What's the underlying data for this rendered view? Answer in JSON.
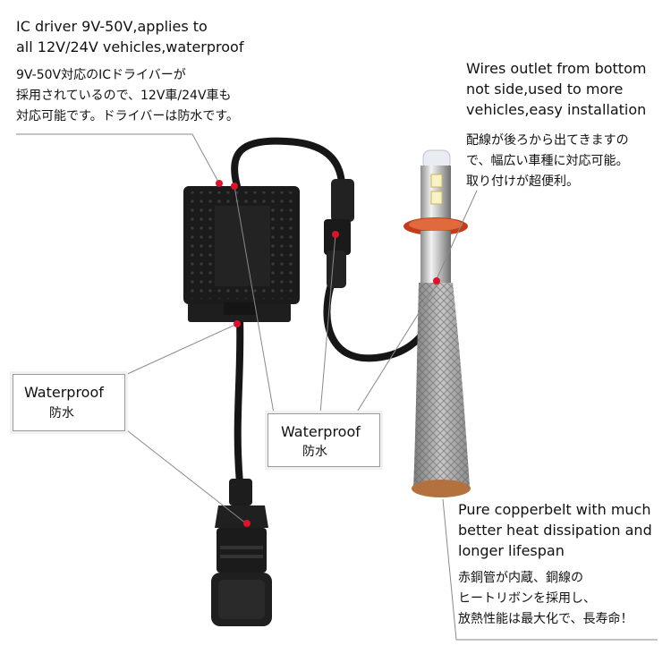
{
  "annotations": {
    "ic_driver": {
      "en_lines": [
        "IC driver 9V-50V,applies to",
        "all 12V/24V vehicles,waterproof"
      ],
      "jp_lines": [
        "9V-50V対応のICドライバーが",
        "採用されているので、12V車/24V車も",
        "対応可能です。ドライバーは防水です。"
      ]
    },
    "wires_outlet": {
      "en_lines": [
        "Wires outlet from bottom",
        "not side,used to more",
        "vehicles,easy installation"
      ],
      "jp_lines": [
        "配線が後ろから出てきますの",
        "で、幅広い車種に対応可能。",
        "取り付けが超便利。"
      ]
    },
    "waterproof_left": {
      "en": "Waterproof",
      "jp": "防水"
    },
    "waterproof_center": {
      "en": "Waterproof",
      "jp": "防水"
    },
    "copperbelt": {
      "en_lines": [
        "Pure copperbelt with much",
        "better heat dissipation and",
        "longer lifespan"
      ],
      "jp_lines": [
        "赤銅管が内蔵、銅線の",
        "ヒートリボンを採用し、",
        "放熱性能は最大化で、長寿命！"
      ]
    }
  },
  "colors": {
    "marker": "#e0112a",
    "callout_line": "#8a8a8a",
    "device": "#1b1b1b"
  }
}
